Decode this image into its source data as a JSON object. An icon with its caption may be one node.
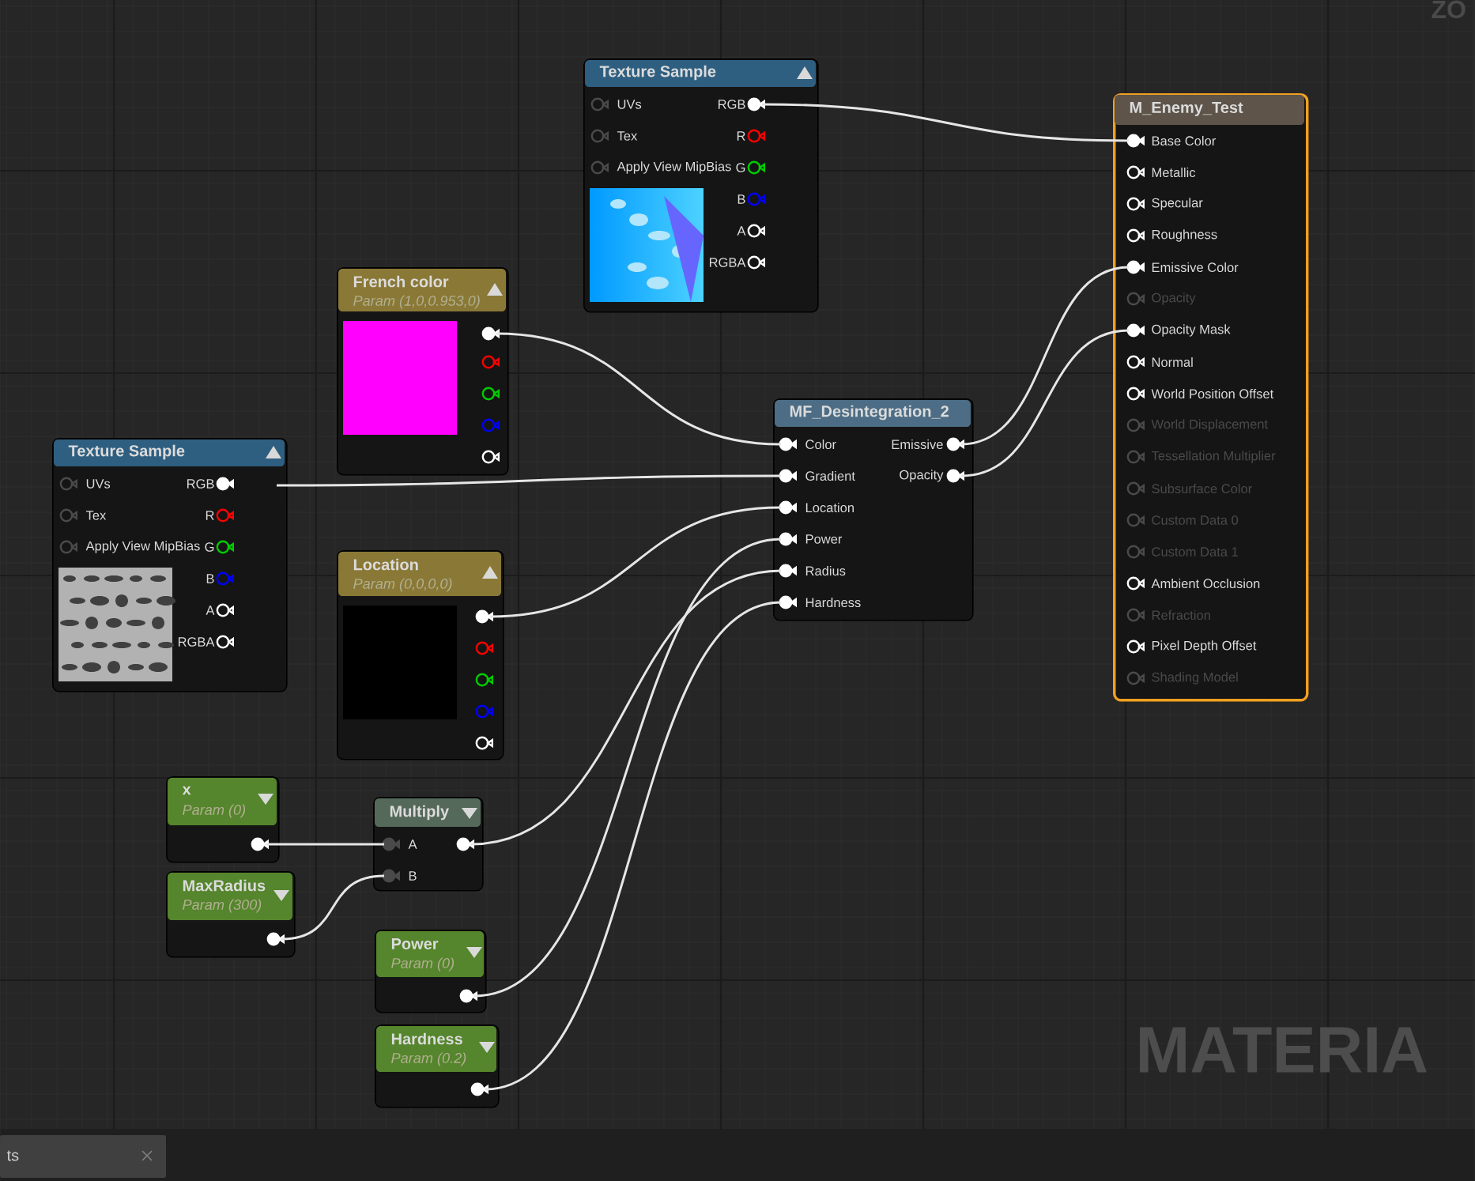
{
  "diagram": {
    "nodes": [
      {
        "text": [
          "Texture Sample",
          "UVs",
          "RGB",
          "Tex",
          "R",
          "Apply View MipBias",
          "G",
          "B",
          "A",
          "RGBA"
        ]
      },
      {
        "text": [
          "M_Enemy_Test",
          "Base Color",
          "Metallic",
          "Specular",
          "Roughness",
          "Emissive Color",
          "Opacity",
          "Opacity Mask",
          "Normal",
          "World Position Offset",
          "World Displacement",
          "Tessellation Multiplier",
          "Subsurface Color",
          "Custom Data 0",
          "Custom Data 1",
          "Ambient Occlusion",
          "Refraction",
          "Pixel Depth Offset",
          "Shading Model"
        ]
      },
      {
        "text": [
          "French color",
          "Param (1,0,0.953,0)"
        ]
      },
      {
        "text": [
          "MF_Desintegration_2",
          "Color",
          "Emissive",
          "Gradient",
          "Opacity",
          "Location",
          "Power",
          "Radius",
          "Hardness"
        ]
      },
      {
        "text": [
          "Texture Sample",
          "UVs",
          "RGB",
          "Tex",
          "R",
          "Apply View MipBias",
          "G",
          "B",
          "A",
          "RGBA"
        ]
      },
      {
        "text": [
          "Location",
          "Param (0,0,0,0)"
        ]
      },
      {
        "text": [
          "x",
          "Param (0)"
        ]
      },
      {
        "text": [
          "Multiply",
          "A",
          "B"
        ]
      },
      {
        "text": [
          "MaxRadius",
          "Param (300)"
        ]
      },
      {
        "text": [
          "Power",
          "Param (0)"
        ]
      },
      {
        "text": [
          "Hardness",
          "Param (0.2)"
        ]
      }
    ],
    "edges": [
      {
        "from": 0,
        "to": 1,
        "arrow": "none"
      },
      {
        "from": 2,
        "to": 3,
        "arrow": "none"
      },
      {
        "from": 4,
        "to": 3,
        "arrow": "none"
      },
      {
        "from": 5,
        "to": 3,
        "arrow": "none"
      },
      {
        "from": 9,
        "to": 3,
        "arrow": "none"
      },
      {
        "from": 7,
        "to": 3,
        "arrow": "none"
      },
      {
        "from": 10,
        "to": 3,
        "arrow": "none"
      },
      {
        "from": 6,
        "to": 7,
        "arrow": "none"
      },
      {
        "from": 8,
        "to": 7,
        "arrow": "none"
      },
      {
        "from": 3,
        "to": 1,
        "arrow": "none"
      },
      {
        "from": 3,
        "to": 1,
        "arrow": "none"
      }
    ],
    "labels": [
      "ZO",
      "MATERIA",
      "ts"
    ]
  }
}
